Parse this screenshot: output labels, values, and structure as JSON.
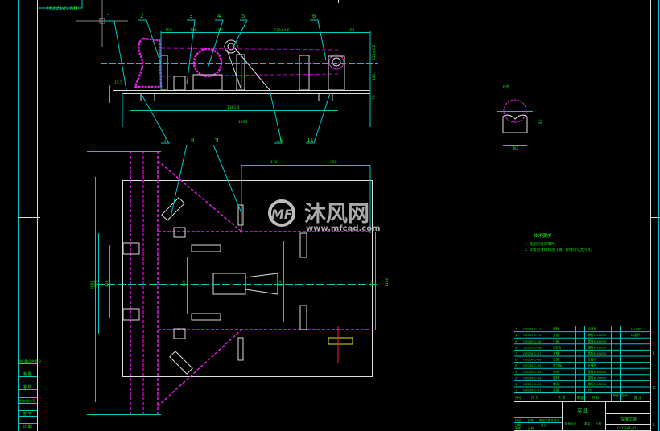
{
  "drawing": {
    "mirrored_label": "HGS251XH",
    "balloons": [
      "1",
      "2",
      "3",
      "4",
      "5",
      "6",
      "7",
      "8",
      "9",
      "10",
      "11"
    ],
    "top_view_dims": [
      "150",
      "186",
      "188",
      "730±0.6",
      "167",
      "1381.4",
      "1593",
      "155±0.2",
      "180",
      "70",
      "15.5"
    ],
    "plan_view_dims": [
      "170",
      "368",
      "2698",
      "698",
      "430",
      "438",
      "300",
      "790",
      "1180"
    ],
    "detail": {
      "label": "B向",
      "dims": [
        "182",
        "180"
      ]
    },
    "tech_requirements": {
      "title": "技术要求",
      "lines": [
        "1. 装配前清洗零件。",
        "2. 焊接后清除焊渣飞溅，焊缝均匀无气孔。"
      ]
    },
    "left_stamp": [
      "借(通)用件登记",
      "描 图",
      "描 校",
      "旧底图总号",
      "签 字",
      "日 期"
    ]
  },
  "parts_list": {
    "headers": [
      "序号",
      "代 号",
      "名 称",
      "数量",
      "材 料",
      "单件",
      "总计",
      "备 注"
    ],
    "rows": [
      {
        "no": "11",
        "code": "GZG5H1-11",
        "name": "销轴",
        "qty": "2",
        "mat": "标准件",
        "note": "L=130"
      },
      {
        "no": "10",
        "code": "GZG5H1-10",
        "name": "支座",
        "qty": "1",
        "mat": "螺栓M16X50",
        "note": "标准件"
      },
      {
        "no": "9",
        "code": "GZG5H1-09",
        "name": "压板",
        "qty": "4",
        "mat": "螺母M16X50",
        "note": ""
      },
      {
        "no": "8",
        "code": "GZG5H1-08",
        "name": "V形块",
        "qty": "2",
        "mat": "螺栓M16X50",
        "note": ""
      },
      {
        "no": "7",
        "code": "GZG5H1-07",
        "name": "支撑",
        "qty": "2",
        "mat": "螺栓M16X50",
        "note": ""
      },
      {
        "no": "6",
        "code": "GZG5H1-06",
        "name": "支架",
        "qty": "2",
        "mat": "支撑件",
        "note": ""
      },
      {
        "no": "5",
        "code": "GZG5H1-05",
        "name": "定位板",
        "qty": "1",
        "mat": "支撑件",
        "note": ""
      },
      {
        "no": "4",
        "code": "GZG5H1-04",
        "name": "垫块",
        "qty": "2",
        "mat": "螺栓M16X50",
        "note": ""
      },
      {
        "no": "3",
        "code": "GZG5H1-03",
        "name": "螺杆",
        "qty": "2",
        "mat": "螺栓M16X50",
        "note": ""
      },
      {
        "no": "2",
        "code": "GZG5H1-02",
        "name": "螺母",
        "qty": "4",
        "mat": "螺栓M16X50",
        "note": ""
      },
      {
        "no": "1",
        "code": "GZG5H1-01",
        "name": "底板",
        "qty": "2",
        "mat": "45",
        "note": ""
      }
    ]
  },
  "title_block": {
    "drawing_name": "夹具",
    "company": "焊接工装",
    "drawing_no": "GZG5H1-01",
    "sub_labels": [
      "标记",
      "处数",
      "更改文件号",
      "签字",
      "日期",
      "设计",
      "审核",
      "阶段标记",
      "重量",
      "比例"
    ],
    "side_marks": [
      "J",
      "K",
      "L"
    ]
  },
  "watermark": {
    "brand": "沐风网",
    "url": "www.mfcad.com"
  },
  "colors": {
    "bg": "#000000",
    "line": "#ffffff",
    "dim": "#00c8c8",
    "text": "#19e019",
    "part": "#e020e0",
    "hidden": "#c000c0",
    "center": "#ff2020"
  }
}
